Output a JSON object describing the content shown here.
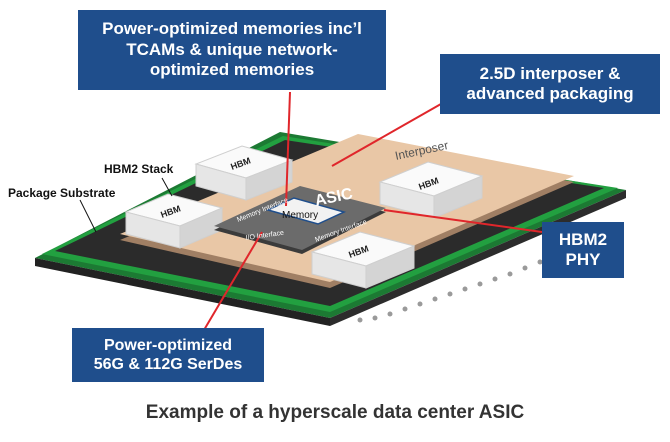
{
  "callouts": {
    "memories": [
      "Power-optimized memories inc’l",
      "TCAMs & unique network-",
      "optimized memories"
    ],
    "interposer": [
      "2.5D interposer &",
      "advanced packaging"
    ],
    "phy": [
      "HBM2",
      "PHY"
    ],
    "serdes": [
      "Power-optimized",
      "56G & 112G SerDes"
    ]
  },
  "labels": {
    "hbm2_stack": "HBM2 Stack",
    "package_substrate": "Package Substrate",
    "interposer": "Interposer",
    "asic": "ASIC",
    "memory": "Memory",
    "memory_interface": "Memory Interface",
    "io_interface": "I/O Interface",
    "hbm": "HBM"
  },
  "caption": "Example of a hyperscale data center ASIC",
  "colors": {
    "callout_bg": "#1f4e8c",
    "leader_line": "#e0262b",
    "substrate": "#1f8f3a",
    "interposer": "#e9c7a6"
  }
}
